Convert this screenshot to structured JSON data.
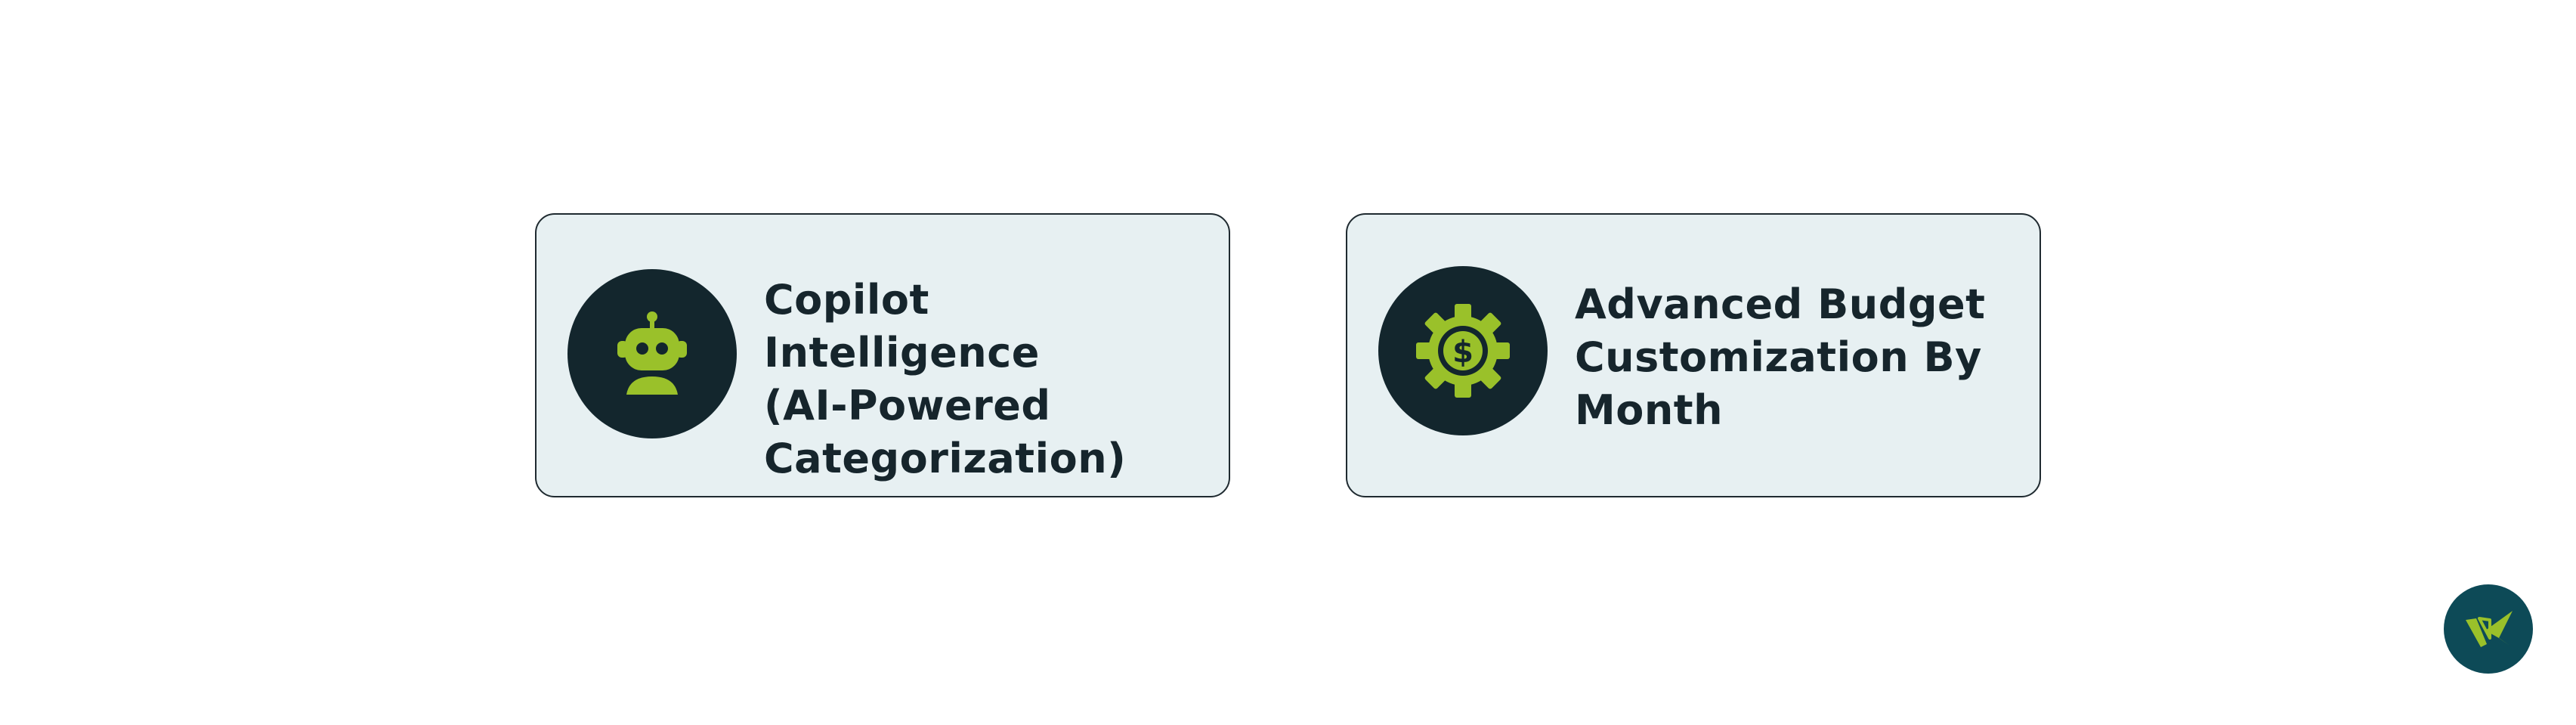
{
  "cards": [
    {
      "icon": "robot-icon",
      "title_lines": [
        "Copilot Intelligence",
        "(AI-Powered",
        "Categorization)"
      ]
    },
    {
      "icon": "gear-dollar-icon",
      "title_lines": [
        "Advanced Budget",
        "Customization By",
        "Month"
      ]
    }
  ],
  "logo": "brand-logo-icon",
  "colors": {
    "card_bg": "#e7f0f2",
    "card_border": "#1f2a30",
    "icon_circle": "#13262d",
    "icon_accent": "#9ac12a",
    "text": "#16252c",
    "logo_bg": "#0d4a57"
  }
}
